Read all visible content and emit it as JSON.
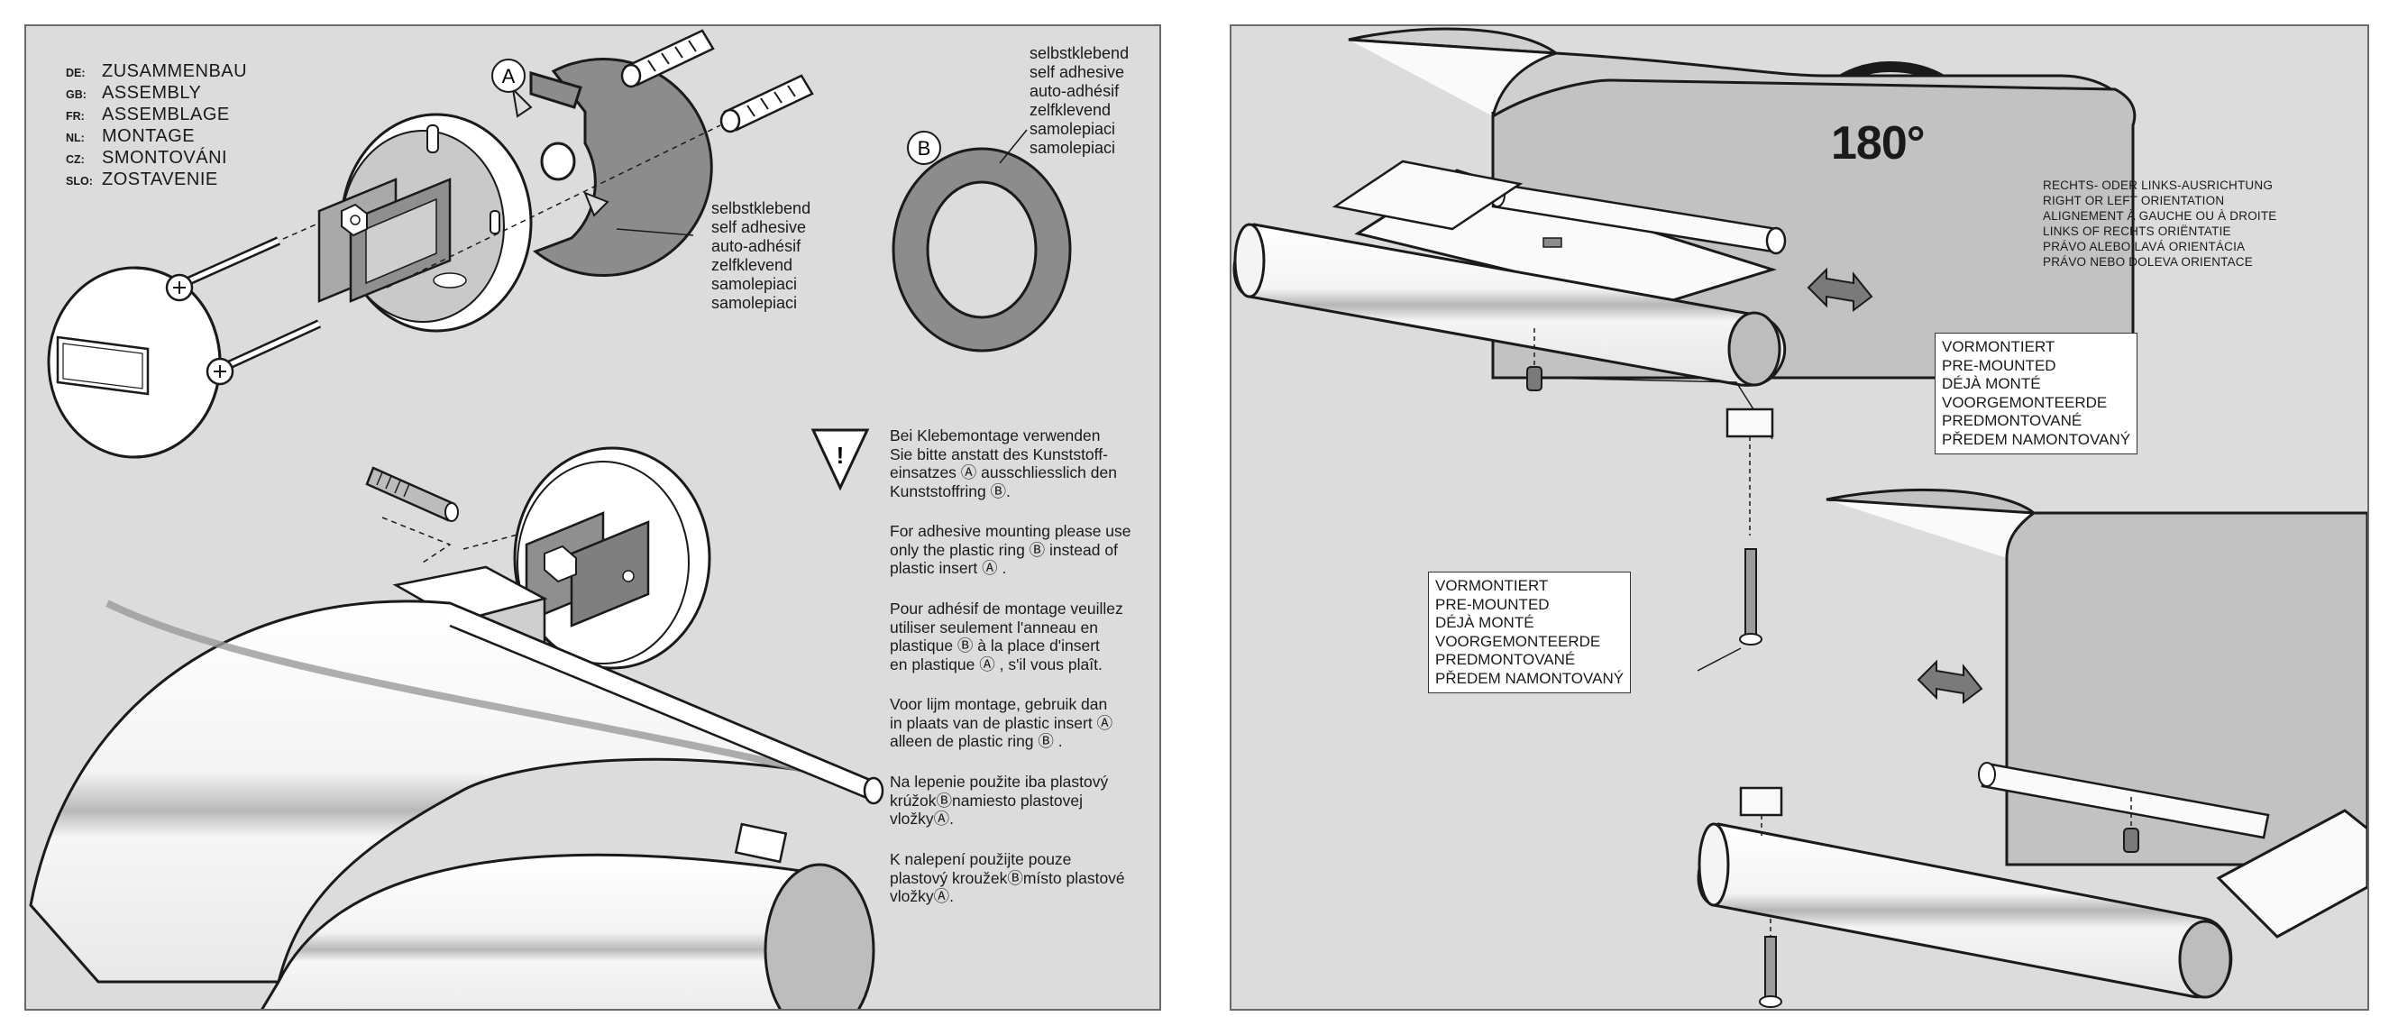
{
  "assembly": {
    "title_rows": [
      {
        "code": "DE:",
        "word": "ZUSAMMENBAU"
      },
      {
        "code": "GB:",
        "word": "ASSEMBLY"
      },
      {
        "code": "FR:",
        "word": "ASSEMBLAGE"
      },
      {
        "code": "NL:",
        "word": "MONTAGE"
      },
      {
        "code": "CZ:",
        "word": "SMONTOVÁNI"
      },
      {
        "code": "SLO:",
        "word": "ZOSTAVENIE"
      }
    ]
  },
  "markers": {
    "a": "A",
    "b": "B"
  },
  "adhesive_label_plate": [
    "selbstklebend",
    "self adhesive",
    "auto-adhésif",
    "zelfklevend",
    "samolepiaci",
    "samolepiaci"
  ],
  "adhesive_label_ring": [
    "selbstklebend",
    "self adhesive",
    "auto-adhésif",
    "zelfklevend",
    "samolepiaci",
    "samolepiaci"
  ],
  "warning": {
    "symbol": "!",
    "paragraphs": [
      [
        "Bei Klebemontage verwenden",
        "Sie bitte anstatt des Kunststoff-",
        "einsatzes Ⓐ ausschliesslich den",
        "Kunststoffring Ⓑ."
      ],
      [
        "For adhesive mounting please use",
        "only the plastic ring Ⓑ instead of",
        "plastic insert Ⓐ ."
      ],
      [
        "Pour adhésif de montage veuillez",
        "utiliser seulement l'anneau en",
        "plastique Ⓑ à la place d'insert",
        "en plastique Ⓐ , s'il vous plaît."
      ],
      [
        "Voor lijm montage, gebruik dan",
        "in plaats van de plastic insert Ⓐ",
        "alleen de plastic ring Ⓑ ."
      ],
      [
        "Na lepenie použite iba plastový",
        "krúžokⒷnamiesto plastovej",
        "vložkyⒶ."
      ],
      [
        "K nalepení použijte pouze",
        "plastový kroužekⒷmísto plastové",
        "vložkyⒶ."
      ]
    ]
  },
  "orientation": {
    "degrees": "180°",
    "lines": [
      "RECHTS- ODER LINKS-AUSRICHTUNG",
      "RIGHT OR LEFT ORIENTATION",
      "ALIGNEMENT À GAUCHE OU À DROITE",
      "LINKS OF RECHTS ORIËNTATIE",
      "PRÁVO ALEBO LAVÁ ORIENTÁCIA",
      "PRÁVO NEBO DOLEVA ORIENTACE"
    ]
  },
  "premounted_top": [
    "VORMONTIERT",
    "PRE-MOUNTED",
    "DÉJÀ MONTÉ",
    "VOORGEMONTEERDE",
    "PREDMONTOVANÉ",
    "PŘEDEM NAMONTOVANÝ"
  ],
  "premounted_mid": [
    "VORMONTIERT",
    "PRE-MOUNTED",
    "DÉJÀ MONTÉ",
    "VOORGEMONTEERDE",
    "PREDMONTOVANÉ",
    "PŘEDEM NAMONTOVANÝ"
  ],
  "colors": {
    "panel_bg": "#dcdcdc",
    "line": "#1a1a1a",
    "part_gray": "#8c8c8c",
    "chrome": "#f2f2f2"
  }
}
